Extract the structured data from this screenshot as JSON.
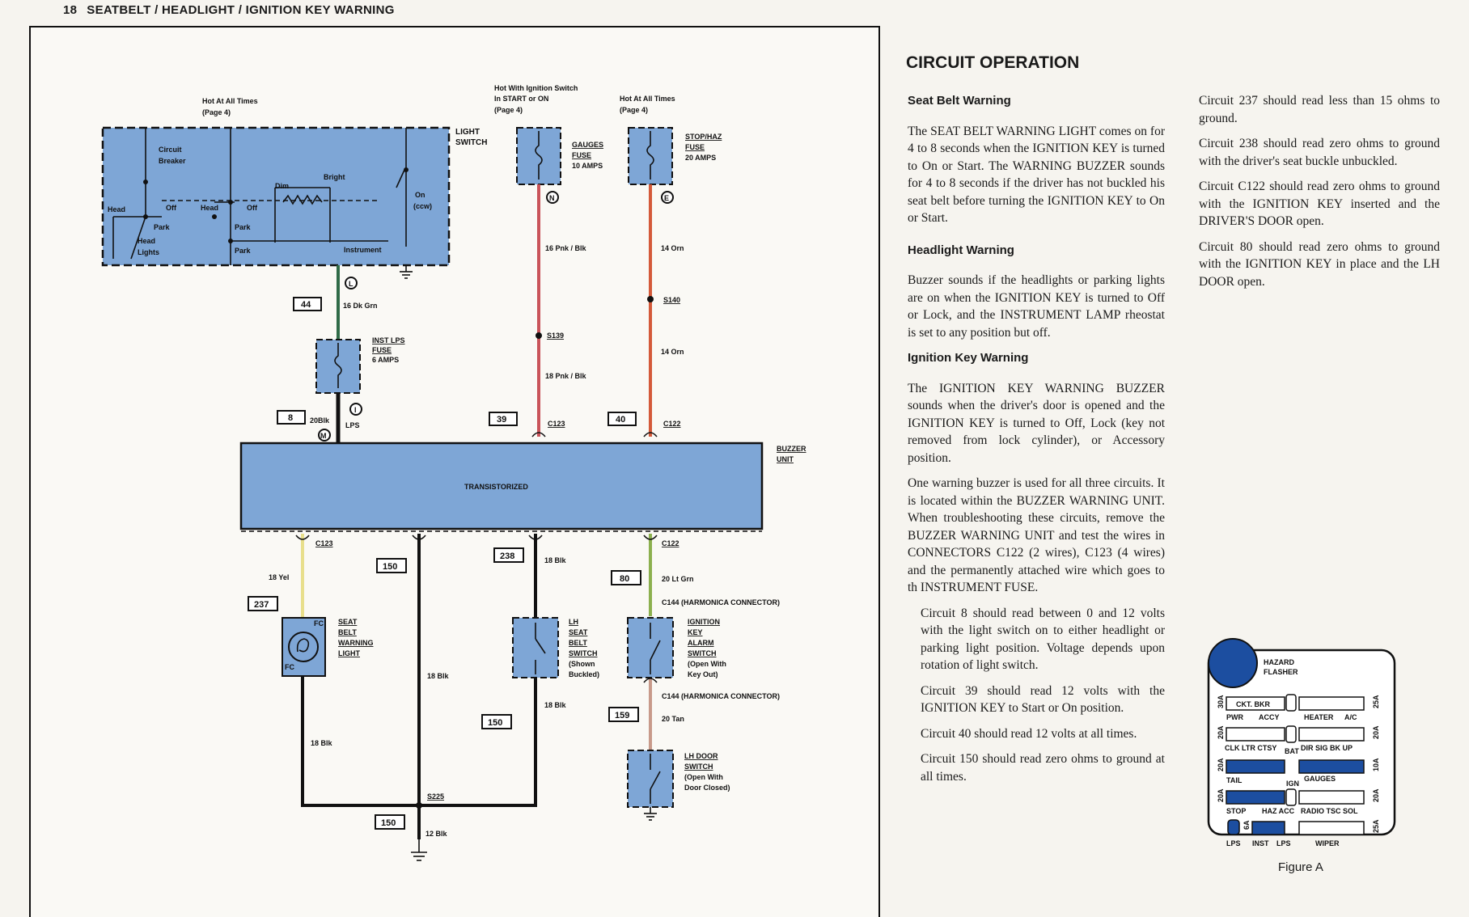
{
  "page": {
    "number": "18",
    "title": "SEATBELT / HEADLIGHT / IGNITION KEY WARNING"
  },
  "diagram": {
    "notes": {
      "hot_all_times_left": "Hot At All Times",
      "page4_left": "(Page 4)",
      "hot_ign_1": "Hot With Ignition Switch",
      "hot_ign_2": "In START or ON",
      "page4_mid": "(Page 4)",
      "hot_all_times_right": "Hot At All Times",
      "page4_right": "(Page 4)"
    },
    "light_switch": {
      "label1": "LIGHT",
      "label2": "SWITCH",
      "circuit": "Circuit",
      "breaker": "Breaker",
      "dim": "Dim",
      "bright": "Bright",
      "head": "Head",
      "off1": "Off",
      "head2": "Head",
      "off2": "Off",
      "park1": "Park",
      "park2": "Park",
      "park3": "Park",
      "head_lights1": "Head",
      "head_lights2": "Lights",
      "instrument": "Instrument",
      "on": "On",
      "ccw": "(ccw)"
    },
    "gauges_fuse": {
      "l1": "GAUGES",
      "l2": "FUSE",
      "l3": "10 AMPS"
    },
    "stop_fuse": {
      "l1": "STOP/HAZ",
      "l2": "FUSE",
      "l3": "20 AMPS"
    },
    "inst_fuse": {
      "l1": "INST LPS",
      "l2": "FUSE",
      "l3": "6 AMPS"
    },
    "connectors": {
      "N": "N",
      "E": "E",
      "L": "L",
      "I": "I",
      "M": "M"
    },
    "wires": {
      "w16pnk": "16 Pnk / Blk",
      "w14orn1": "14 Orn",
      "s140": "S140",
      "w14orn2": "14 Orn",
      "s139": "S139",
      "w18pnk": "18 Pnk / Blk",
      "w16dkgrn": "16 Dk Grn",
      "w20blk": "20Blk",
      "lps": "LPS",
      "c123a": "C123",
      "c122a": "C122",
      "c123b": "C123",
      "c122b": "C122",
      "w18yel": "18 Yel",
      "w18blk1": "18 Blk",
      "w20ltgrn": "20 Lt Grn",
      "c144a": "C144 (HARMONICA CONNECTOR)",
      "w18blk2": "18 Blk",
      "w18blk3": "18 Blk",
      "c144b": "C144 (HARMONICA CONNECTOR)",
      "w20tan": "20 Tan",
      "w18blk4": "18 Blk",
      "s225": "S225",
      "w12blk": "12 Blk"
    },
    "circuit_numbers": {
      "c44": "44",
      "c8": "8",
      "c39": "39",
      "c40": "40",
      "c150a": "150",
      "c238": "238",
      "c237": "237",
      "c80": "80",
      "c150b": "150",
      "c159": "159",
      "c150c": "150"
    },
    "buzzer": {
      "label": "TRANSISTORIZED",
      "unit1": "BUZZER",
      "unit2": "UNIT"
    },
    "seatbelt_light": {
      "l1": "SEAT",
      "l2": "BELT",
      "l3": "WARNING",
      "l4": "LIGHT",
      "fc1": "FC",
      "fc2": "FC"
    },
    "lh_seat_switch": {
      "l1": "LH",
      "l2": "SEAT",
      "l3": "BELT",
      "l4": "SWITCH",
      "l5": "(Shown",
      "l6": "Buckled)"
    },
    "ign_key_switch": {
      "l1": "IGNITION",
      "l2": "KEY",
      "l3": "ALARM",
      "l4": "SWITCH",
      "l5": "(Open With",
      "l6": "Key Out)"
    },
    "lh_door_switch": {
      "l1": "LH DOOR",
      "l2": "SWITCH",
      "l3": "(Open With",
      "l4": "Door Closed)"
    }
  },
  "text": {
    "heading": "CIRCUIT OPERATION",
    "seat_belt_heading": "Seat Belt Warning",
    "seat_belt_p": "The SEAT BELT WARNING LIGHT comes on for 4 to 8 seconds when the IGNITION KEY is turned to On or Start. The WARNING BUZZER sounds for 4 to 8 seconds if the driver has not buckled his seat belt before turning the IGNITION KEY to On or Start.",
    "headlight_heading": "Headlight Warning",
    "headlight_p": "Buzzer sounds if the headlights or parking lights are on when the IGNITION KEY is turned to Off or Lock, and the INSTRUMENT LAMP rheostat is set to any position but off.",
    "ignition_heading": "Ignition Key Warning",
    "ignition_p": "The IGNITION KEY WARNING BUZZER sounds when the driver's door is opened and the IGNITION KEY is turned to Off, Lock (key not removed from lock cylinder), or Accessory position.",
    "one_buzzer_p": "One warning buzzer is used for all three circuits. It is located within the BUZZER WARNING UNIT. When troubleshooting these circuits, remove the BUZZER WARNING UNIT and test the wires in CONNECTORS C122 (2 wires), C123 (4 wires) and the permanently attached wire which goes to th INSTRUMENT FUSE.",
    "c8_p": "Circuit 8 should read between 0 and 12 volts with the light switch on to either headlight or parking light position. Voltage depends upon rotation of light switch.",
    "c39_p": "Circuit 39 should read 12 volts with the IGNITION KEY to Start or On position.",
    "c40_p": "Circuit 40 should read 12 volts at all times.",
    "c150_p": "Circuit 150 should read zero ohms to ground at all times.",
    "c237_p": "Circuit 237 should read less than 15 ohms to ground.",
    "c238_p": "Circuit 238 should read zero ohms to ground with the driver's seat buckle unbuckled.",
    "c122_p": "Circuit C122 should read zero ohms to ground with the IGNITION KEY inserted and the DRIVER'S DOOR open.",
    "c80_p": "Circuit 80 should read zero ohms to ground with the IGNITION KEY in place and the LH DOOR open."
  },
  "fuse_block": {
    "hazard1": "HAZARD",
    "hazard2": "FLASHER",
    "f30a": "30A",
    "ckt": "CKT. BKR",
    "f25a": "25A",
    "pwr": "PWR",
    "accy": "ACCY",
    "heater": "HEATER",
    "ac": "A/C",
    "f20a_1": "20A",
    "f20a_2": "20A",
    "clk": "CLK LTR CTSY",
    "bat": "BAT",
    "dirsig": "DIR SIG BK UP",
    "f20a_3": "20A",
    "f10a": "10A",
    "tail": "TAIL",
    "ign": "IGN",
    "gauges": "GAUGES",
    "f20a_4": "20A",
    "f20a_5": "20A",
    "stop": "STOP",
    "hazacc": "HAZ ACC",
    "radio": "RADIO TSC SOL",
    "f6a": "6A",
    "f25a_2": "25A",
    "lps": "LPS",
    "inst": "INST",
    "lps2": "LPS",
    "wiper": "WIPER",
    "caption": "Figure A"
  },
  "colors": {
    "blue": "#7ea6d6",
    "pink": "#c9545a",
    "orange": "#d45a3a",
    "green": "#2f6b47",
    "yellow": "#e8df8c",
    "ltgreen": "#8cb04e",
    "tan": "#c89a8a",
    "darkblue": "#1c4ea0"
  }
}
